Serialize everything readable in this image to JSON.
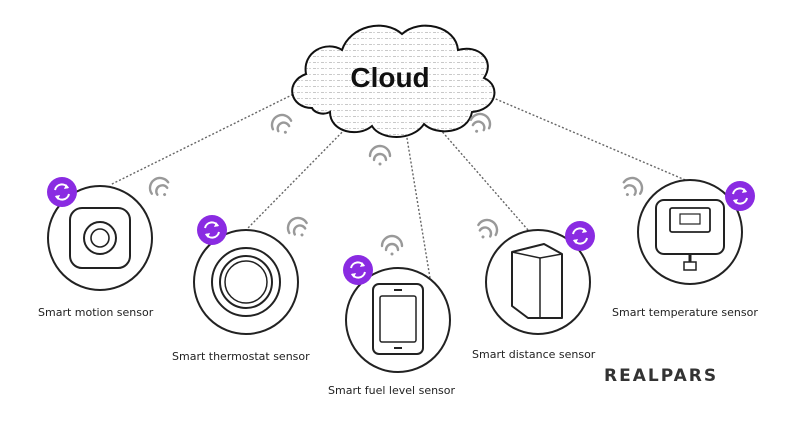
{
  "cloud": {
    "label": "Cloud"
  },
  "sensors": [
    {
      "label": "Smart motion sensor"
    },
    {
      "label": "Smart thermostat sensor"
    },
    {
      "label": "Smart fuel level sensor"
    },
    {
      "label": "Smart distance sensor"
    },
    {
      "label": "Smart temperature sensor"
    }
  ],
  "brand": {
    "label": "REALPARS"
  },
  "colors": {
    "accent": "#8a2be2",
    "line": "#555555",
    "outline": "#222222"
  }
}
